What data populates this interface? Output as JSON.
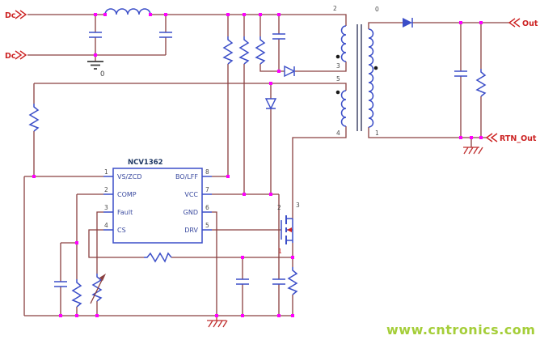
{
  "colors": {
    "wire": "#8a4040",
    "component": "#3b4ec8",
    "junction": "#ff00ff",
    "terminal": "#cc2222",
    "ground": "#c03030",
    "ic_label": "#3a4a9f",
    "ic_title": "#1f3864",
    "watermark": "#a5ce39"
  },
  "terminals": {
    "dc_top": "Dc",
    "dc_bottom": "Dc",
    "out": "Out",
    "rtn_out": "RTN_Out"
  },
  "grounds": {
    "zero_label": "0"
  },
  "ic": {
    "title": "NCV1362",
    "pins_left": [
      {
        "num": "1",
        "label": "VS/ZCD"
      },
      {
        "num": "2",
        "label": "COMP"
      },
      {
        "num": "3",
        "label": "Fault"
      },
      {
        "num": "4",
        "label": "CS"
      }
    ],
    "pins_right": [
      {
        "num": "8",
        "label": "BO/LFF"
      },
      {
        "num": "7",
        "label": "VCC"
      },
      {
        "num": "6",
        "label": "GND"
      },
      {
        "num": "5",
        "label": "DRV"
      }
    ]
  },
  "transformer": {
    "pins": {
      "primary_top": "2",
      "primary_bottom": "3",
      "aux_top": "5",
      "aux_bottom": "4",
      "secondary_top": "0",
      "secondary_bottom": "1"
    }
  },
  "mosfet": {
    "pins": {
      "drain": "2",
      "gate": "3",
      "source": "1"
    }
  },
  "watermark": "www.cntronics.com"
}
